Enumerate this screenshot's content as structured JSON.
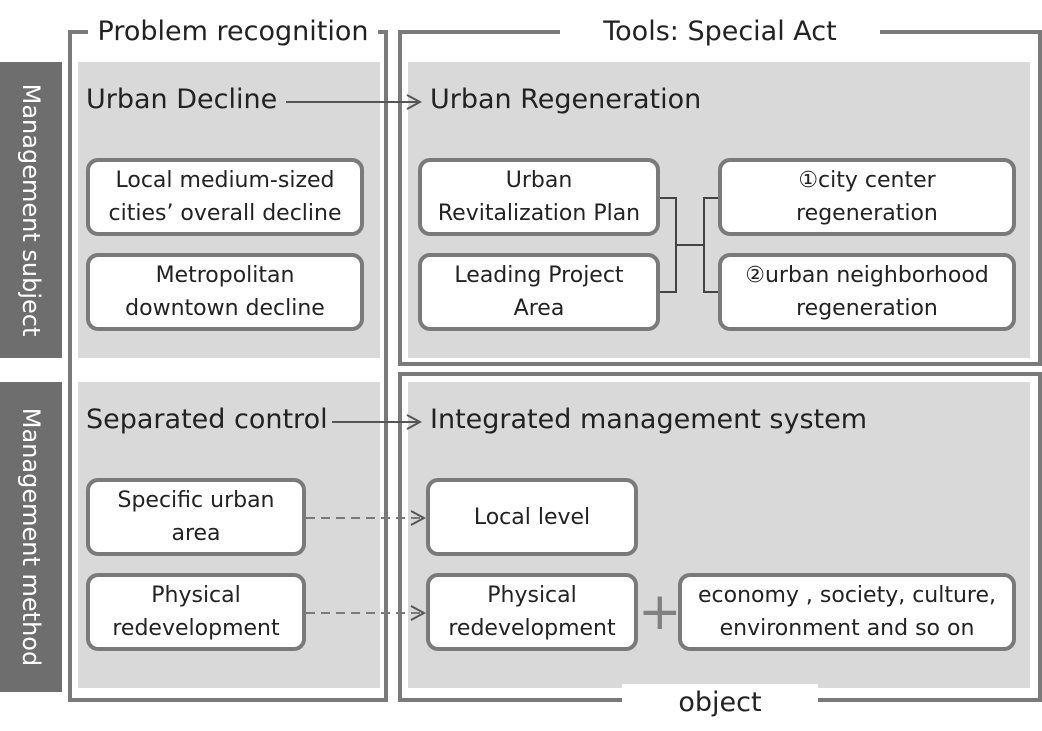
{
  "titles": {
    "problem": "Problem recognition",
    "tools": "Tools: Special Act",
    "object": "object"
  },
  "sidebar": {
    "subject": "Management subject",
    "method": "Management method"
  },
  "top": {
    "left_heading": "Urban Decline",
    "right_heading": "Urban Regeneration",
    "left_boxes": [
      {
        "line1": "Local medium-sized",
        "line2": "cities’ overall decline"
      },
      {
        "line1": "Metropolitan",
        "line2": "downtown decline"
      }
    ],
    "mid_boxes": [
      {
        "line1": "Urban",
        "line2": "Revitalization Plan"
      },
      {
        "line1": "Leading Project",
        "line2": "Area"
      }
    ],
    "right_boxes": [
      {
        "line1": "①city center",
        "line2": "regeneration"
      },
      {
        "line1": "②urban neighborhood",
        "line2": "regeneration"
      }
    ]
  },
  "bottom": {
    "left_heading": "Separated control",
    "right_heading": "Integrated management system",
    "left_boxes": [
      {
        "line1": "Specific urban",
        "line2": "area"
      },
      {
        "line1": "Physical",
        "line2": "redevelopment"
      }
    ],
    "mid_boxes": [
      {
        "line1": "Local level"
      },
      {
        "line1": "Physical",
        "line2": "redevelopment"
      }
    ],
    "plus": "+",
    "right_box": {
      "line1": "economy , society, culture,",
      "line2": "environment and so on"
    }
  },
  "colors": {
    "panel": "#d9d9d9",
    "border": "#7a7a7a",
    "sidebar": "#6e6e6e",
    "arrow": "#555555"
  }
}
